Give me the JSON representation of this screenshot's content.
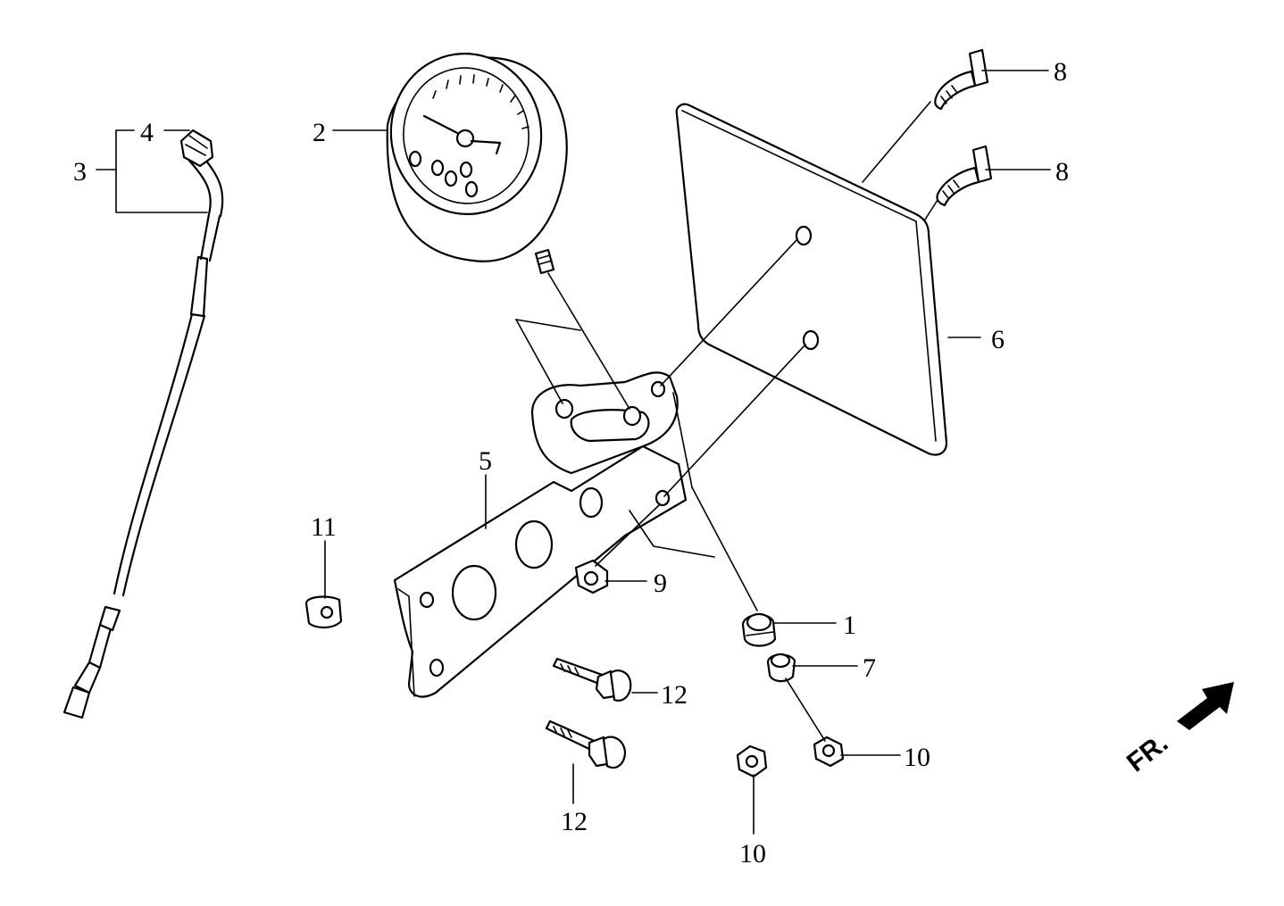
{
  "callouts": {
    "c1": "1",
    "c2": "2",
    "c3": "3",
    "c4": "4",
    "c5": "5",
    "c6": "6",
    "c7": "7",
    "c8a": "8",
    "c8b": "8",
    "c9": "9",
    "c10a": "10",
    "c10b": "10",
    "c11": "11",
    "c12a": "12",
    "c12b": "12"
  },
  "direction_label": "FR."
}
